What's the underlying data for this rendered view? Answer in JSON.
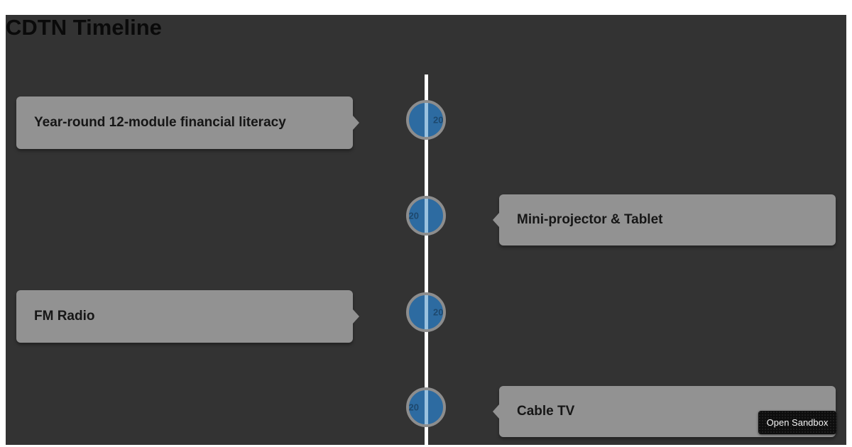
{
  "page": {
    "title": "CDTN Timeline",
    "background_color": "#ffffff",
    "panel_color": "#333333"
  },
  "timeline": {
    "line_color": "#ffffff",
    "node_fill_color": "#2d6ba1",
    "node_border_color": "#8d8d8d",
    "card_color": "#929292",
    "items": [
      {
        "label": "Year-round 12-module financial literacy",
        "side": "left",
        "faint_label": "20"
      },
      {
        "label": "Mini-projector & Tablet",
        "side": "right",
        "faint_label": "20"
      },
      {
        "label": "FM Radio",
        "side": "left",
        "faint_label": "20"
      },
      {
        "label": "Cable TV",
        "side": "right",
        "faint_label": "20"
      }
    ]
  },
  "sandbox_button": {
    "label": "Open Sandbox"
  }
}
